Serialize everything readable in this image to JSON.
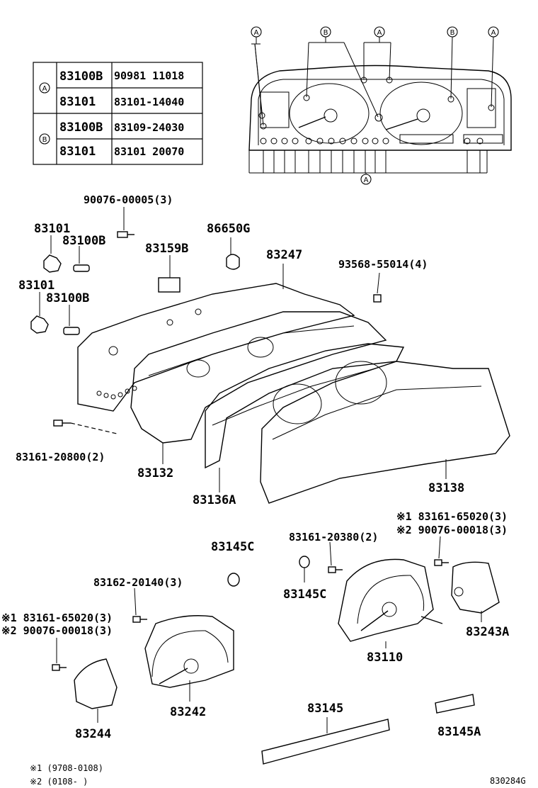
{
  "legend_table": {
    "rows": [
      {
        "mark": "A",
        "part": "83100B",
        "number": "90981  11018"
      },
      {
        "mark": "A",
        "part": "83101",
        "number": "83101-14040"
      },
      {
        "mark": "B",
        "part": "83100B",
        "number": "83109-24030"
      },
      {
        "mark": "B",
        "part": "83101",
        "number": "83101  20070"
      }
    ]
  },
  "markers": {
    "a": "A",
    "b": "B"
  },
  "labels": {
    "bolt_top": "90076-00005(3)",
    "p83101_a": "83101",
    "p83100b_a": "83100B",
    "p83101_b": "83101",
    "p83100b_b": "83100B",
    "p86650g": "86650G",
    "p83159b": "83159B",
    "p83247": "83247",
    "screw_93568": "93568-55014(4)",
    "screw_83161_20800": "83161-20800(2)",
    "p83132": "83132",
    "p83136a": "83136A",
    "p83138": "83138",
    "note1_right": "※1 83161-65020(3)",
    "note2_right": "※2 90076-00018(3)",
    "screw_83161_20380": "83161-20380(2)",
    "p83145c_top": "83145C",
    "p83145c_mid": "83145C",
    "screw_83162_20140": "83162-20140(3)",
    "note1_left": "※1 83161-65020(3)",
    "note2_left": "※2 90076-00018(3)",
    "p83243a": "83243A",
    "p83110": "83110",
    "p83242": "83242",
    "p83244": "83244",
    "p83145": "83145",
    "p83145a": "83145A",
    "foot_note1": "※1  (9708-0108)",
    "foot_note2": "※2  (0108-     )",
    "diagram_code": "830284G"
  }
}
